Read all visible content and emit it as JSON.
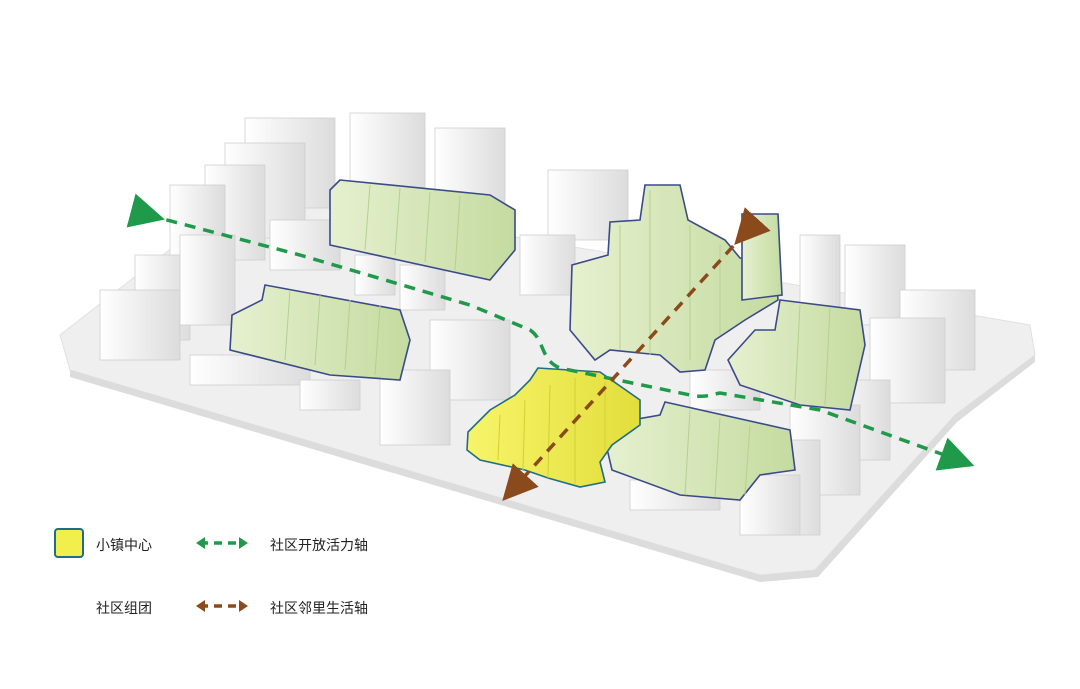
{
  "legend": {
    "town_center": {
      "label": "小镇中心",
      "fill": "#f2ef4c",
      "stroke": "#1f6e87"
    },
    "community_vitality_axis": {
      "label": "社区开放活力轴",
      "color": "#1f9a4a",
      "icon": "double-arrow-icon"
    },
    "community_cluster": {
      "label": "社区组团",
      "fill": "#d6e8b4",
      "stroke": "#3b4a8a"
    },
    "neighborhood_life_axis": {
      "label": "社区邻里生活轴",
      "color": "#8b4a1c",
      "icon": "double-arrow-icon"
    }
  },
  "colors": {
    "building_white": "#f3f3f3",
    "building_shadow": "#d9d9d9",
    "ground": "#ededed",
    "cluster_green": "#d6e8b4",
    "cluster_outline": "#3b4a8a",
    "center_yellow": "#f2ef4c",
    "green_axis": "#1f9a4a",
    "brown_axis": "#8b4a1c"
  }
}
